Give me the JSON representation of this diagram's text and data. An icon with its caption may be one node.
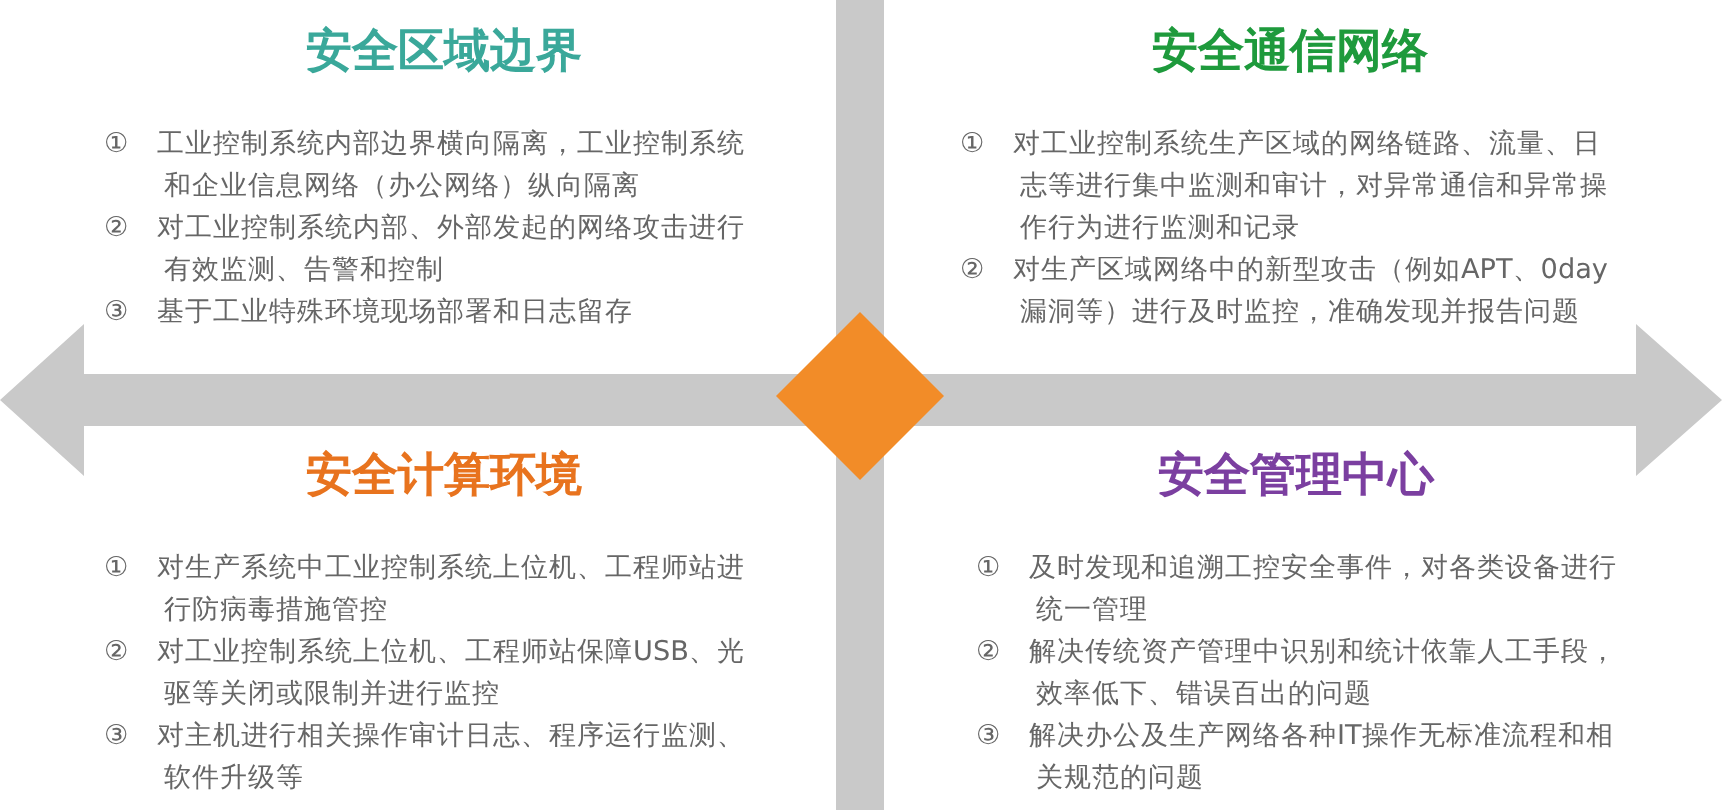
{
  "diagram": {
    "nodes": [
      {
        "text": [
          "安全区域边界",
          "① 工业控制系统内部边界横向隔离，工业控制系统和企业信息网络（办公网络）纵向隔离",
          "② 对工业控制系统内部、外部发起的网络攻击进行有效监测、告警和控制",
          "③ 基于工业特殊环境现场部署和日志留存"
        ]
      },
      {
        "text": [
          "安全通信网络",
          "① 对工业控制系统生产区域的网络链路、流量、日志等进行集中监测和审计，对异常通信和异常操作行为进行监测和记录",
          "② 对生产区域网络中的新型攻击（例如APT、0day漏洞等）进行及时监控，准确发现并报告问题"
        ]
      },
      {
        "text": [],
        "shape": "diamond"
      },
      {
        "text": [
          "安全计算环境",
          "① 对生产系统中工业控制系统上位机、工程师站进行防病毒措施管控",
          "② 对工业控制系统上位机、工程师站保障USB、光驱等关闭或限制并进行监控",
          "③ 对主机进行相关操作审计日志、程序运行监测、软件升级等"
        ]
      },
      {
        "text": [
          "安全管理中心",
          "① 及时发现和追溯工控安全事件，对各类设备进行统一管理",
          "② 解决传统资产管理中识别和统计依靠人工手段，效率低下、错误百出的问题",
          "③ 解决办公及生产网络各种IT操作无标准流程和相关规范的问题"
        ]
      }
    ]
  }
}
